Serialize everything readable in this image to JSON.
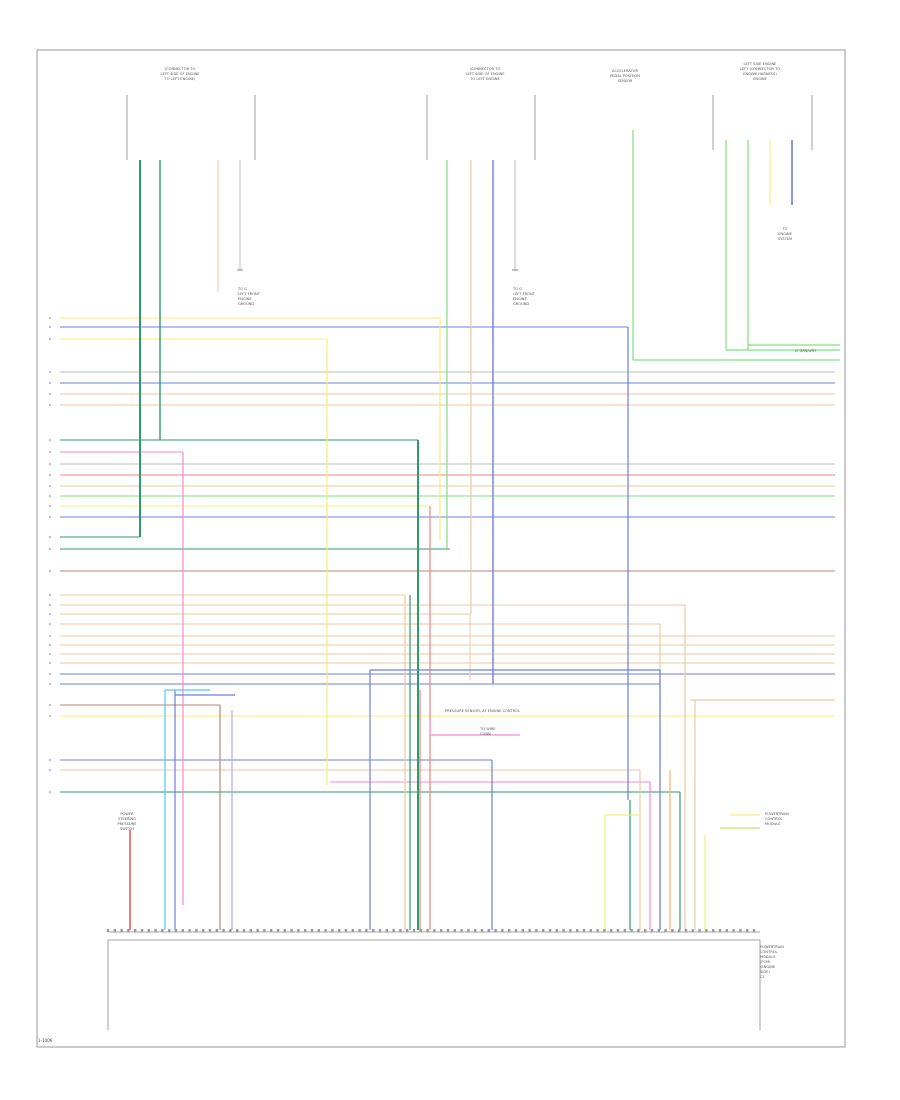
{
  "diagram": {
    "figure_id": "1-1006",
    "top_labels": [
      {
        "id": "top-connector-left",
        "lines": [
          "(CONNECTOR TO",
          "LEFT SIDE OF ENGINE",
          "TO LEFT ENGINE)"
        ]
      },
      {
        "id": "top-connector-mid",
        "lines": [
          "(CONNECTOR TO",
          "LEFT SIDE OF ENGINE",
          "TO LEFT ENGINE"
        ]
      },
      {
        "id": "top-accel-pedal",
        "lines": [
          "ACCELERATOR",
          "PEDAL POSITION",
          "SENSOR"
        ]
      },
      {
        "id": "top-right-module",
        "lines": [
          "LEFT SIDE ENGINE",
          "LEFT (CONNECTOR TO",
          "ENGINE HARNESS)",
          "ENGINE"
        ]
      }
    ],
    "ground_labels": [
      {
        "id": "ground-left",
        "lines": [
          "TO G",
          "LEFT FRONT",
          "ENGINE",
          "GROUND"
        ]
      },
      {
        "id": "ground-mid",
        "lines": [
          "TO G",
          "LEFT FRONT",
          "ENGINE",
          "GROUND"
        ]
      }
    ],
    "right_note": [
      "POWERTRAIN",
      "CONTROL",
      "MODULE"
    ],
    "side_note": [
      "TO",
      "ENGINE",
      "SYSTEM"
    ],
    "center_note": "PRESSURE SENSOR, AT ENGINE CONTROL",
    "center_sub": [
      "TO WIRE",
      "CONN"
    ],
    "bottom_left_module": [
      "POWER",
      "STEERING",
      "PRESSURE",
      "SWITCH"
    ],
    "module_label": [
      "POWERTRAIN",
      "CONTROL",
      "MODULE",
      "(PCM)",
      "(ENGINE",
      "SIDE)",
      "C1"
    ],
    "wire_label_text": "LT GRN/WHT",
    "colors": {
      "border": "#9a9a9a",
      "yellow": "#f4ee7a",
      "blue": "#6b7fe0",
      "tan": "#e8caa0",
      "gray": "#bdbdbd",
      "red": "#f08080",
      "green": "#7fe07f",
      "dkgreen": "#2f9a6a",
      "pink": "#f28ad8",
      "violet": "#b7a7f0",
      "brown": "#b08a72",
      "orange": "#f5b36b",
      "lime": "#b6e86a",
      "cyan": "#55c8f0",
      "purple": "#a080d0"
    }
  }
}
